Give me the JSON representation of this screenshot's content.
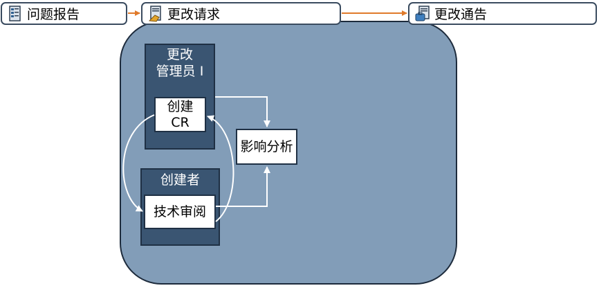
{
  "process": [
    {
      "label": "问题报告",
      "icon": "report-icon"
    },
    {
      "label": "更改请求",
      "icon": "change-request-icon"
    },
    {
      "label": "更改通告",
      "icon": "change-notice-icon"
    }
  ],
  "roles": {
    "change_admin": {
      "line1": "更改",
      "line2": "管理员 I"
    },
    "creator": {
      "title": "创建者"
    }
  },
  "tasks": {
    "create_cr": {
      "line1": "创建",
      "line2": "CR"
    },
    "tech_review": {
      "label": "技术审阅"
    },
    "impact_analysis": {
      "label": "影响分析"
    }
  },
  "colors": {
    "region_fill": "#829db8",
    "role_fill": "#3a5572",
    "flow_arrow": "#e07a2a",
    "inner_arrow": "#ffffff"
  }
}
